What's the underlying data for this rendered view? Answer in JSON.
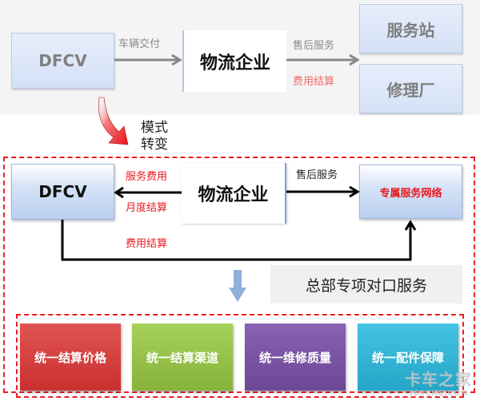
{
  "before": {
    "dfcv": "DFCV",
    "delivery_label": "车辆交付",
    "logistics": "物流企业",
    "after_sales_label": "售后服务",
    "settlement_label": "费用结算",
    "service_station": "服务站",
    "repair_shop": "修理厂"
  },
  "transition": {
    "label_line1": "模式",
    "label_line2": "转变"
  },
  "after": {
    "dfcv": "DFCV",
    "service_fee_label": "服务费用",
    "monthly_settlement_label": "月度结算",
    "logistics": "物流企业",
    "after_sales_label": "售后服务",
    "dedicated_network": "专属服务网络",
    "fee_settlement_label": "费用结算",
    "hq_service": "总部专项对口服务"
  },
  "pillars": [
    {
      "label": "统一结算价格",
      "color": "#d64141"
    },
    {
      "label": "统一结算渠道",
      "color": "#97c24a"
    },
    {
      "label": "统一维修质量",
      "color": "#7b55a5"
    },
    {
      "label": "统一配件保障",
      "color": "#35b5d5"
    }
  ],
  "watermark": {
    "line1": "卡车之家",
    "line2": "360CHE.COM"
  }
}
